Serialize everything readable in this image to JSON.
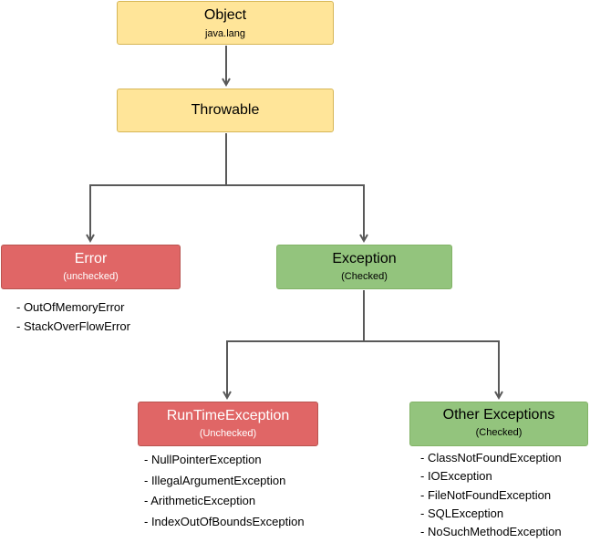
{
  "nodes": {
    "object": {
      "title": "Object",
      "subtitle": "java.lang",
      "fill": "#ffe599"
    },
    "throwable": {
      "title": "Throwable",
      "fill": "#ffe599"
    },
    "error": {
      "title": "Error",
      "subtitle": "(unchecked)",
      "fill": "#e06666"
    },
    "exception": {
      "title": "Exception",
      "subtitle": "(Checked)",
      "fill": "#93c47d"
    },
    "runtime": {
      "title": "RunTimeException",
      "subtitle": "(Unchecked)",
      "fill": "#e06666"
    },
    "other": {
      "title": "Other Exceptions",
      "subtitle": "(Checked)",
      "fill": "#93c47d"
    }
  },
  "lists": {
    "error": [
      "- OutOfMemoryError",
      "- StackOverFlowError"
    ],
    "runtime": [
      "- NullPointerException",
      "- IllegalArgumentException",
      "- ArithmeticException",
      "- IndexOutOfBoundsException"
    ],
    "other": [
      "- ClassNotFoundException",
      "- IOException",
      "- FileNotFoundException",
      "- SQLException",
      "- NoSuchMethodException"
    ]
  },
  "edges": [
    {
      "from": "object",
      "to": "throwable"
    },
    {
      "from": "throwable",
      "to": "error"
    },
    {
      "from": "throwable",
      "to": "exception"
    },
    {
      "from": "exception",
      "to": "runtime"
    },
    {
      "from": "exception",
      "to": "other"
    }
  ],
  "colors": {
    "connector": "#595959",
    "error_text": "#ffffff"
  }
}
